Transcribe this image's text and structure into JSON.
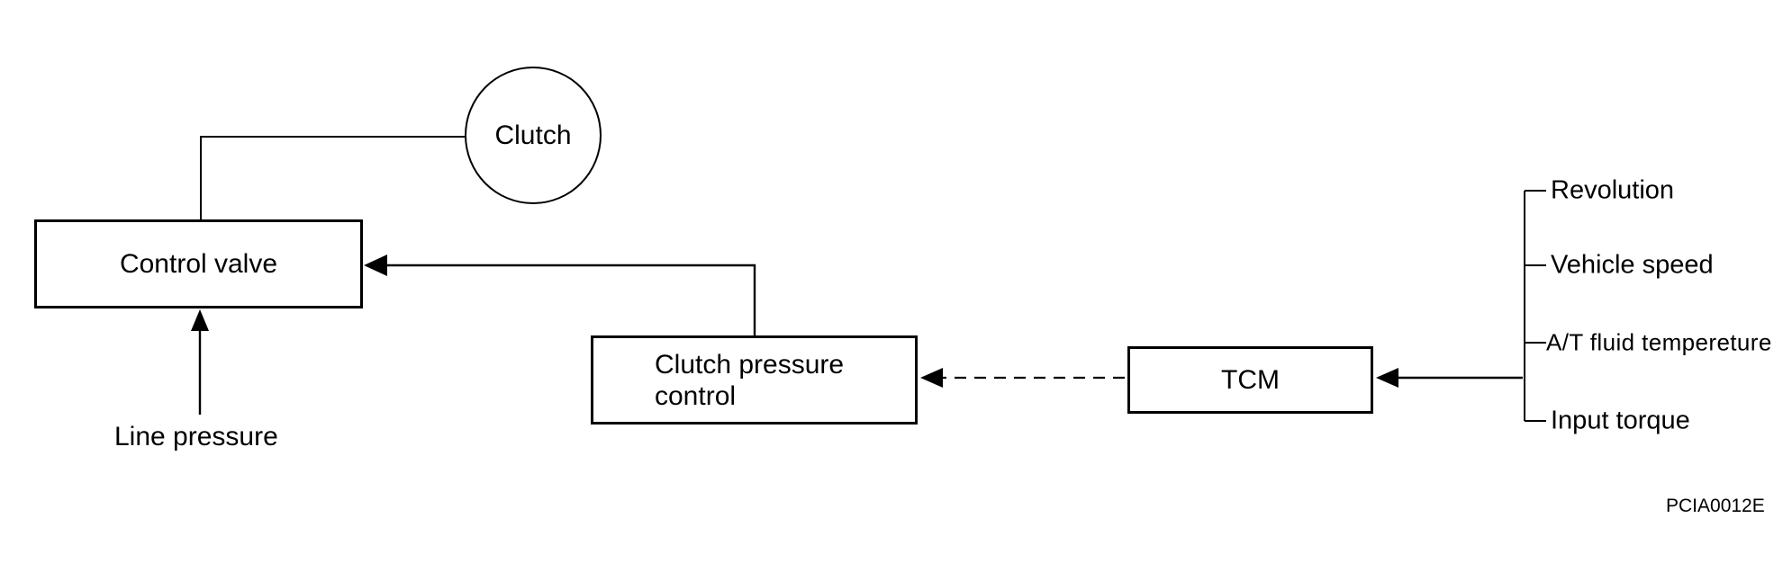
{
  "nodes": {
    "clutch": "Clutch",
    "control_valve": "Control valve",
    "clutch_pressure_control": "Clutch pressure control",
    "tcm": "TCM"
  },
  "labels": {
    "line_pressure": "Line pressure"
  },
  "tcm_inputs": [
    {
      "label": "Revolution"
    },
    {
      "label": "Vehicle speed"
    },
    {
      "label": "A/T fluid tempereture"
    },
    {
      "label": "Input torque"
    }
  ],
  "figure": {
    "code": "PCIA0012E"
  },
  "colors": {
    "stroke": "#000000",
    "background": "#ffffff"
  }
}
